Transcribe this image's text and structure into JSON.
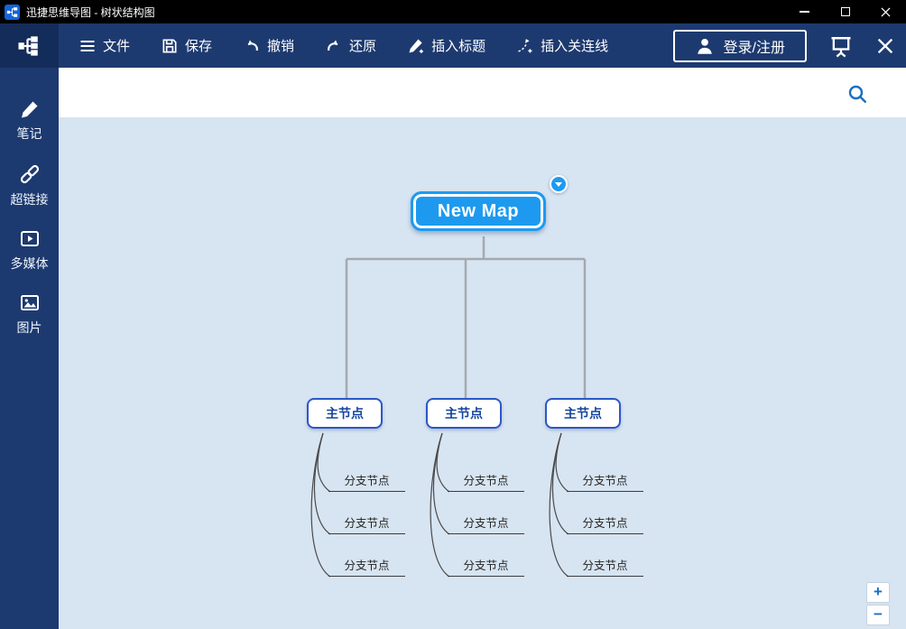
{
  "window": {
    "title": "迅捷思维导图 - 树状结构图"
  },
  "toolbar": {
    "file": "文件",
    "save": "保存",
    "undo": "撤销",
    "redo": "还原",
    "insert_title": "插入标题",
    "insert_connector": "插入关连线",
    "login": "登录/注册"
  },
  "sidebar": {
    "note": "笔记",
    "hyperlink": "超链接",
    "media": "多媒体",
    "image": "图片"
  },
  "mindmap": {
    "root": "New Map",
    "main_nodes": [
      {
        "label": "主节点",
        "branches": [
          "分支节点",
          "分支节点",
          "分支节点"
        ]
      },
      {
        "label": "主节点",
        "branches": [
          "分支节点",
          "分支节点",
          "分支节点"
        ]
      },
      {
        "label": "主节点",
        "branches": [
          "分支节点",
          "分支节点",
          "分支节点"
        ]
      }
    ]
  },
  "zoom": {
    "zoom_in": "+",
    "zoom_out": "−"
  },
  "colors": {
    "toolbar": "#1d3a70",
    "logo_bg": "#142c5a",
    "accent_blue": "#1d9af0",
    "node_border": "#2b57c8",
    "canvas": "#d7e4f1",
    "connector_gray": "#a4a9b0"
  }
}
